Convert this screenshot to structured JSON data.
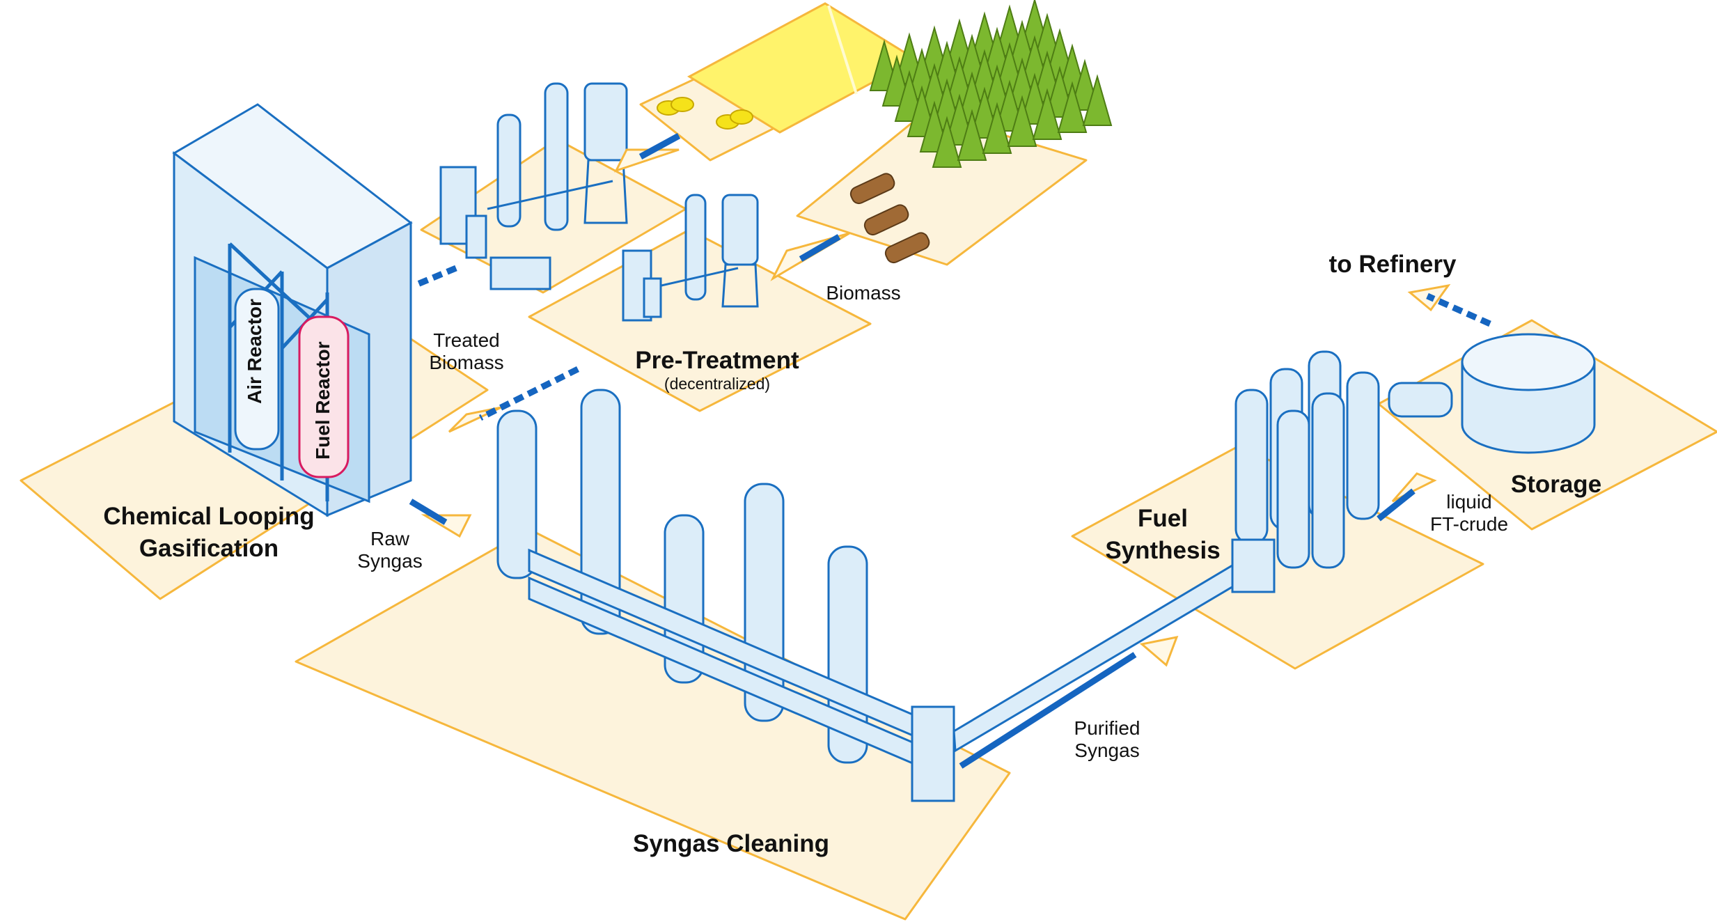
{
  "stages": {
    "gasification": {
      "title_line1": "Chemical Looping",
      "title_line2": "Gasification"
    },
    "pretreatment": {
      "title": "Pre-Treatment",
      "subtitle": "(decentralized)"
    },
    "cleaning": {
      "title": "Syngas Cleaning"
    },
    "synthesis": {
      "title_line1": "Fuel",
      "title_line2": "Synthesis"
    },
    "storage": {
      "title": "Storage"
    }
  },
  "reactors": {
    "air": "Air Reactor",
    "fuel": "Fuel Reactor"
  },
  "flows": {
    "biomass": "Biomass",
    "treated_line1": "Treated",
    "treated_line2": "Biomass",
    "raw_line1": "Raw",
    "raw_line2": "Syngas",
    "purified_line1": "Purified",
    "purified_line2": "Syngas",
    "liquid_line1": "liquid",
    "liquid_line2": "FT-crude",
    "refinery": "to Refinery"
  },
  "colors": {
    "platform_fill": "#fdf3dc",
    "platform_edge": "#f6b73c",
    "equipment_fill": "#dcedf9",
    "equipment_edge": "#1a6fc1",
    "arrow": "#1565c0",
    "reactor_fuel": "#fbe3e8",
    "reactor_fuel_edge": "#d81b60",
    "field": "#fff36b",
    "tree": "#7cb82f",
    "log": "#8a5a2b"
  }
}
